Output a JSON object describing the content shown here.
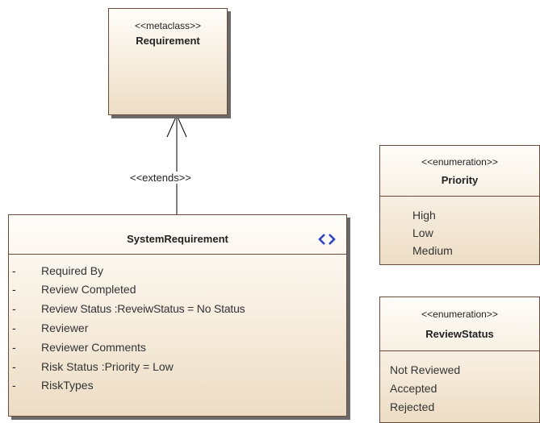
{
  "requirement": {
    "stereotype": "<<metaclass>>",
    "name": "Requirement"
  },
  "connector": {
    "label": "<<extends>>"
  },
  "system_requirement": {
    "name": "SystemRequirement",
    "icon": "element-link-icon",
    "attributes": [
      "Required By",
      "Review Completed",
      "Review Status  :ReveiwStatus = No Status",
      "Reviewer",
      "Reviewer Comments",
      "Risk Status  :Priority = Low",
      "RiskTypes"
    ],
    "visibility_marker": "-"
  },
  "priority": {
    "stereotype": "<<enumeration>>",
    "name": "Priority",
    "literals": [
      "High",
      "Low",
      "Medium"
    ]
  },
  "review_status": {
    "stereotype": "<<enumeration>>",
    "name": "ReviewStatus",
    "literals": [
      "Not Reviewed",
      "Accepted",
      "Rejected"
    ]
  },
  "colors": {
    "border": "#6b4a3a",
    "fill_top": "#fffdf9",
    "fill_bottom": "#ecdcc4",
    "icon": "#2a3fd0"
  }
}
